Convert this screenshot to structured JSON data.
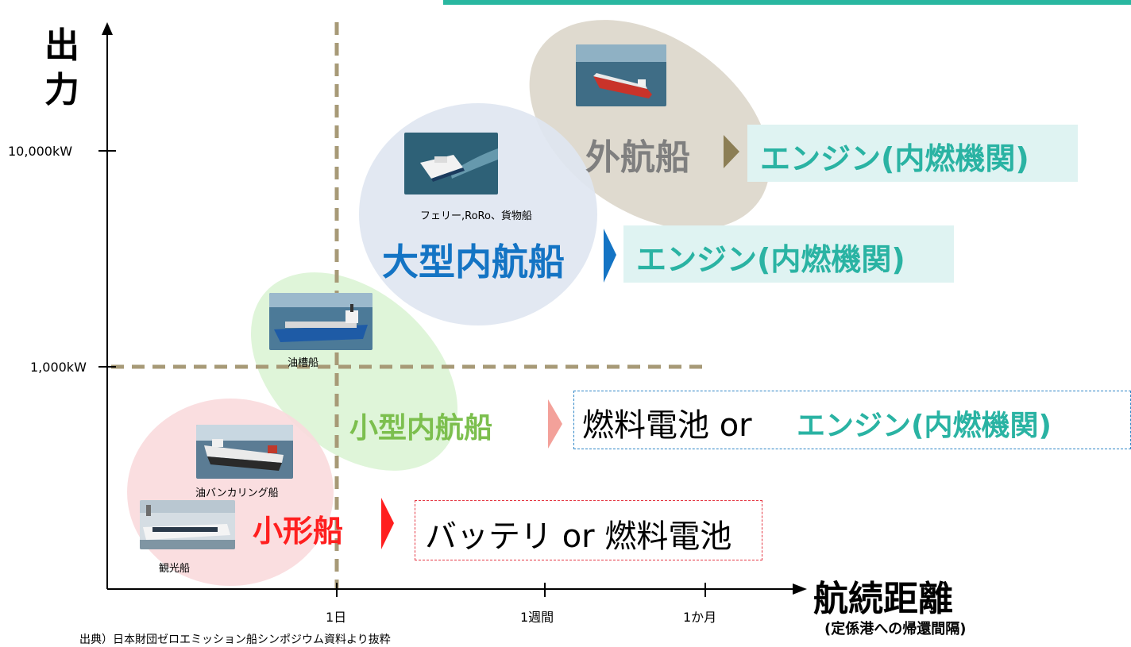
{
  "colors": {
    "accent_teal": "#2ab3a3",
    "engine_bg": "#dff3f2",
    "red": "#ff1f1f",
    "blue": "#1474c4",
    "green": "#7cbf4e",
    "gray": "#7f7f7f",
    "divider": "#a79a77"
  },
  "axes": {
    "y_title": "出力",
    "y_ticks": [
      "10,000kW",
      "1,000kW"
    ],
    "x_title": "航続距離",
    "x_subtitle": "(定係港への帰還間隔)",
    "x_ticks": [
      "1日",
      "1週間",
      "1か月"
    ]
  },
  "source_note": "出典）日本財団ゼロエミッション船シンポジウム資料より抜粋",
  "ship_photos": [
    {
      "caption": "観光船",
      "icon": "tour-boat-photo"
    },
    {
      "caption": "油バンカリング船",
      "icon": "bunkering-ship-photo"
    },
    {
      "caption": "油槽船",
      "icon": "tanker-photo"
    },
    {
      "caption": "フェリー,RoRo、貨物船",
      "icon": "ferry-photo"
    },
    {
      "caption": "",
      "icon": "ocean-vessel-photo"
    }
  ],
  "categories": [
    {
      "label": "小形船",
      "solution_prefix": "バッテリ or 燃料電池",
      "solution_engine": ""
    },
    {
      "label": "小型内航船",
      "solution_prefix": "燃料電池 or ",
      "solution_engine": "エンジン(内燃機関)"
    },
    {
      "label": "大型内航船",
      "solution_prefix": "",
      "solution_engine": "エンジン(内燃機関)"
    },
    {
      "label": "外航船",
      "solution_prefix": "",
      "solution_engine": "エンジン(内燃機関)"
    }
  ]
}
